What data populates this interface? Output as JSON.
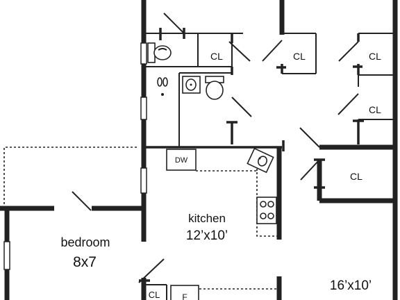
{
  "rooms": {
    "kitchen_name": "kitchen",
    "kitchen_size": "12’x10’",
    "bedroom_name": "bedroom",
    "bedroom_size": "8x7",
    "living_size": "16’x10’"
  },
  "closets": {
    "cl1": "CL",
    "cl2": "CL",
    "cl3": "CL",
    "cl4": "CL",
    "cl5": "CL",
    "cl6": "CL"
  },
  "fixtures": {
    "dishwasher": "DW",
    "fridge": "F"
  },
  "icons": [
    "toilet-icon",
    "sink-icon",
    "stove-icon",
    "door-swing-icon",
    "window-icon"
  ]
}
